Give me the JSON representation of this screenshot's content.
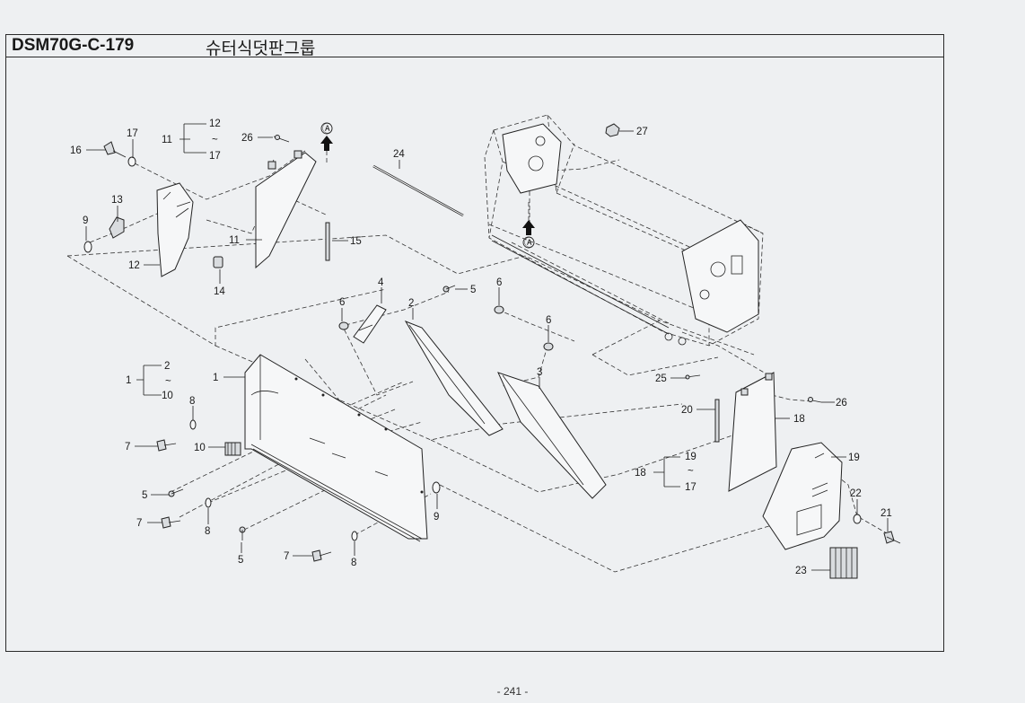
{
  "header": {
    "code": "DSM70G-C-179",
    "title": "슈터식덧판그룹"
  },
  "page_number": "- 241 -",
  "reference_mark": "Ⓐ",
  "range_mark": "~",
  "callouts": {
    "p1": "1",
    "p2a": "2",
    "p2b": "2",
    "p3": "3",
    "p4": "4",
    "p5a": "5",
    "p5b": "5",
    "p5c": "5",
    "p6a": "6",
    "p6b": "6",
    "p6c": "6",
    "p7a": "7",
    "p7b": "7",
    "p7c": "7",
    "p8a": "8",
    "p8b": "8",
    "p8c": "8",
    "p9a": "9",
    "p9b": "9",
    "p10a": "10",
    "p10b": "10",
    "p11a": "11",
    "p11b": "11",
    "p12a": "12",
    "p12b": "12",
    "p13": "13",
    "p14": "14",
    "p15": "15",
    "p16": "16",
    "p17a": "17",
    "p17b": "17",
    "p17c": "17",
    "p18a": "18",
    "p18b": "18",
    "p19a": "19",
    "p19b": "19",
    "p20": "20",
    "p21": "21",
    "p22": "22",
    "p23": "23",
    "p24": "24",
    "p25": "25",
    "p26a": "26",
    "p26b": "26",
    "p27": "27"
  }
}
